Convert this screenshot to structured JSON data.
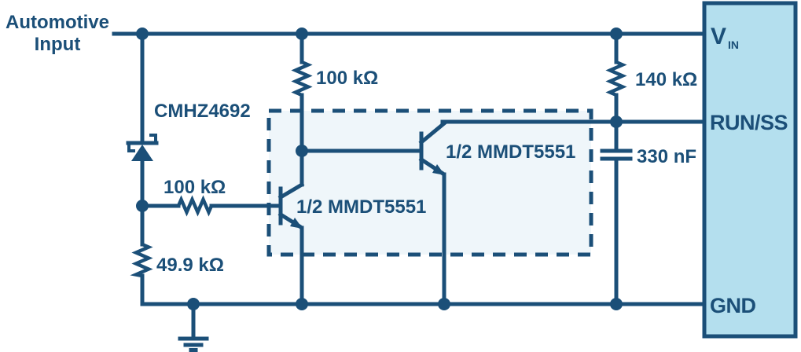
{
  "colors": {
    "line": "#1b4f78",
    "ic_fill": "#b4dfee",
    "dashed_box_fill": "#eff6fa",
    "background": "#ffffff"
  },
  "source": {
    "line1": "Automotive",
    "line2": "Input"
  },
  "components": {
    "zener": {
      "label": "CMHZ4692"
    },
    "resistor_pullup": {
      "label": "100 kΩ"
    },
    "resistor_run": {
      "label": "140 kΩ"
    },
    "resistor_base": {
      "label": "100 kΩ"
    },
    "resistor_divider": {
      "label": "49.9 kΩ"
    },
    "capacitor_softstart": {
      "label": "330 nF"
    },
    "transistor_q1": {
      "label": "1/2 MMDT5551"
    },
    "transistor_q2": {
      "label": "1/2 MMDT5551"
    }
  },
  "ic": {
    "pin_vin": "V",
    "pin_vin_subscript": "IN",
    "pin_runss": "RUN/SS",
    "pin_gnd": "GND"
  }
}
